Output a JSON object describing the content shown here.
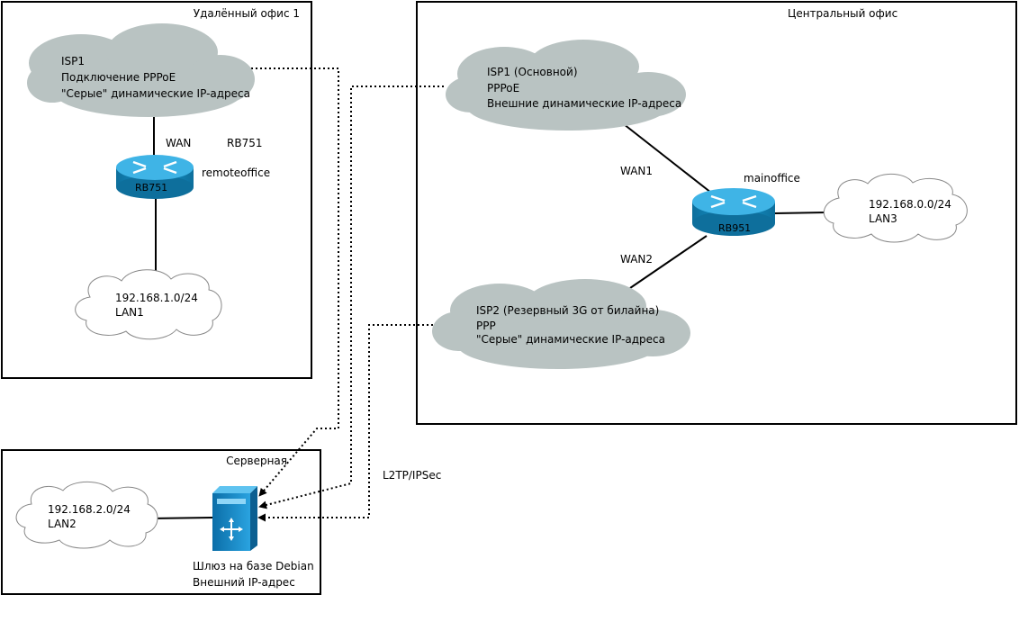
{
  "offices": {
    "remote": "Удалённый офис 1",
    "central": "Центральный офис",
    "server": "Серверная"
  },
  "remote": {
    "isp": [
      "ISP1",
      "Подключение PPPoE",
      "\"Серые\" динамические IP-адреса"
    ],
    "wan": "WAN",
    "model_label": "RB751",
    "router_name": "remoteoffice",
    "router_label": "RB751",
    "lan": [
      "192.168.1.0/24",
      "LAN1"
    ]
  },
  "central": {
    "isp1": [
      "ISP1 (Основной)",
      "PPPoE",
      "Внешние динамические IP-адреса"
    ],
    "isp2": [
      "ISP2 (Резервный 3G от билайна)",
      "PPP",
      "\"Серые\" динамические IP-адреса"
    ],
    "wan1": "WAN1",
    "wan2": "WAN2",
    "router_name": "mainoffice",
    "router_label": "RB951",
    "lan": [
      "192.168.0.0/24",
      "LAN3"
    ]
  },
  "server": {
    "lan": [
      "192.168.2.0/24",
      "LAN2"
    ],
    "gateway": [
      "Шлюз на базе Debian",
      "Внешний IP-адрес"
    ],
    "tunnel": "L2TP/IPSec"
  },
  "colors": {
    "cloud_fill": "#b9c3c2",
    "router_blue": "#1391c6",
    "router_top": "#3fb4e6",
    "server_blue": "#1d8fcf"
  }
}
